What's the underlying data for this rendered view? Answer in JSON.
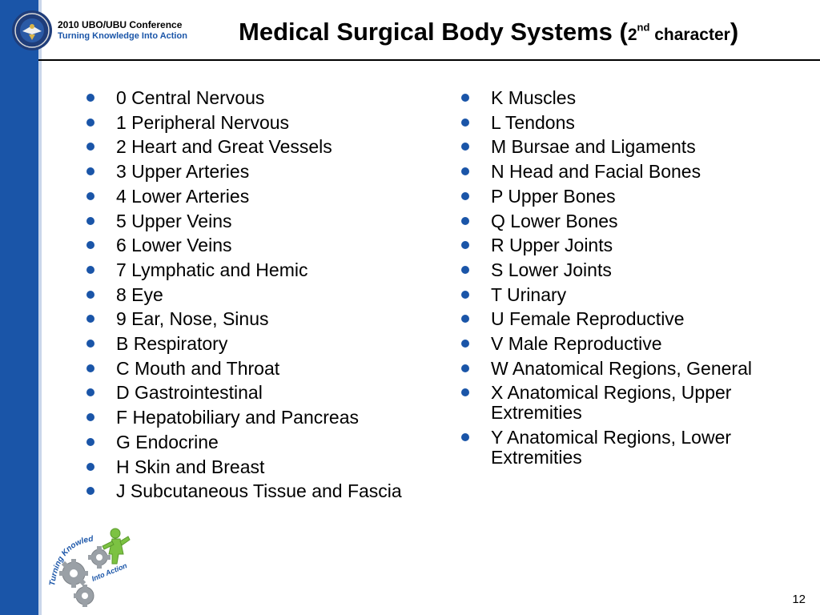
{
  "header": {
    "conference_title": "2010 UBO/UBU Conference",
    "conference_tagline": "Turning Knowledge Into Action",
    "slide_title_main": "Medical Surgical Body Systems (",
    "slide_title_num": "2",
    "slide_title_sup": "nd",
    "slide_title_word": " character",
    "slide_title_close": ")"
  },
  "left_list": [
    "0  Central Nervous",
    "1  Peripheral Nervous",
    "2  Heart and Great Vessels",
    "3  Upper Arteries",
    "4  Lower Arteries",
    "5  Upper Veins",
    "6  Lower Veins",
    "7  Lymphatic and Hemic",
    "8  Eye",
    "9  Ear, Nose, Sinus",
    "B  Respiratory",
    "C  Mouth and Throat",
    "D  Gastrointestinal",
    "F  Hepatobiliary and Pancreas",
    "G  Endocrine",
    "H  Skin and Breast",
    "J  Subcutaneous Tissue and Fascia"
  ],
  "right_list": [
    "K  Muscles",
    "L  Tendons",
    "M  Bursae and Ligaments",
    "N  Head and Facial Bones",
    "P  Upper Bones",
    "Q  Lower Bones",
    "R  Upper Joints",
    "S  Lower Joints",
    "T  Urinary",
    "U  Female Reproductive",
    "V  Male Reproductive",
    "W  Anatomical Regions, General",
    "X  Anatomical Regions, Upper Extremities",
    "Y  Anatomical Regions, Lower Extremities"
  ],
  "logo": {
    "text_line1": "Turning Knowledge",
    "text_line2": "Into Action"
  },
  "footer": {
    "page_number": "12"
  },
  "colors": {
    "accent_blue": "#1a55a8",
    "figure_green": "#7cc242",
    "gear_gray": "#9aa0a6"
  },
  "icons": {
    "seal": "dod-seal-icon",
    "logo": "gears-figure-logo-icon"
  }
}
